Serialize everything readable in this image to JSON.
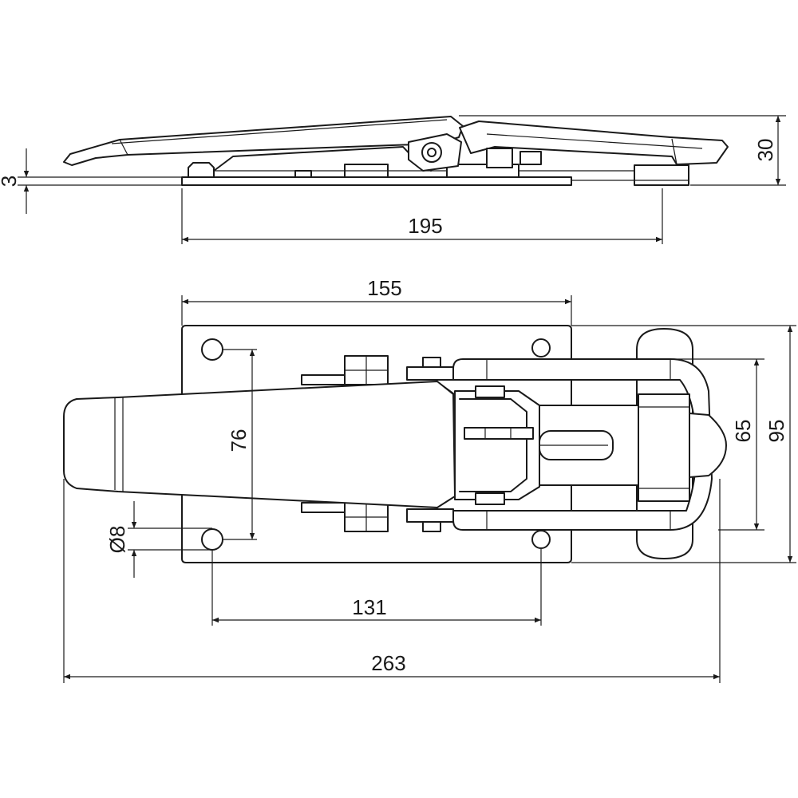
{
  "drawing": {
    "subject": "over-centre draw latch with hook — technical drawing",
    "views": [
      "side-view",
      "top-view"
    ],
    "dimensions": {
      "side_height": "30",
      "plate_thickness": "3",
      "side_length": "195",
      "plate_width": "155",
      "hole_spacing_vertical": "76",
      "hole_diameter": "Ø8",
      "hole_spacing_horizontal": "131",
      "overall_length": "263",
      "hook_width": "65",
      "overall_width": "95"
    }
  }
}
